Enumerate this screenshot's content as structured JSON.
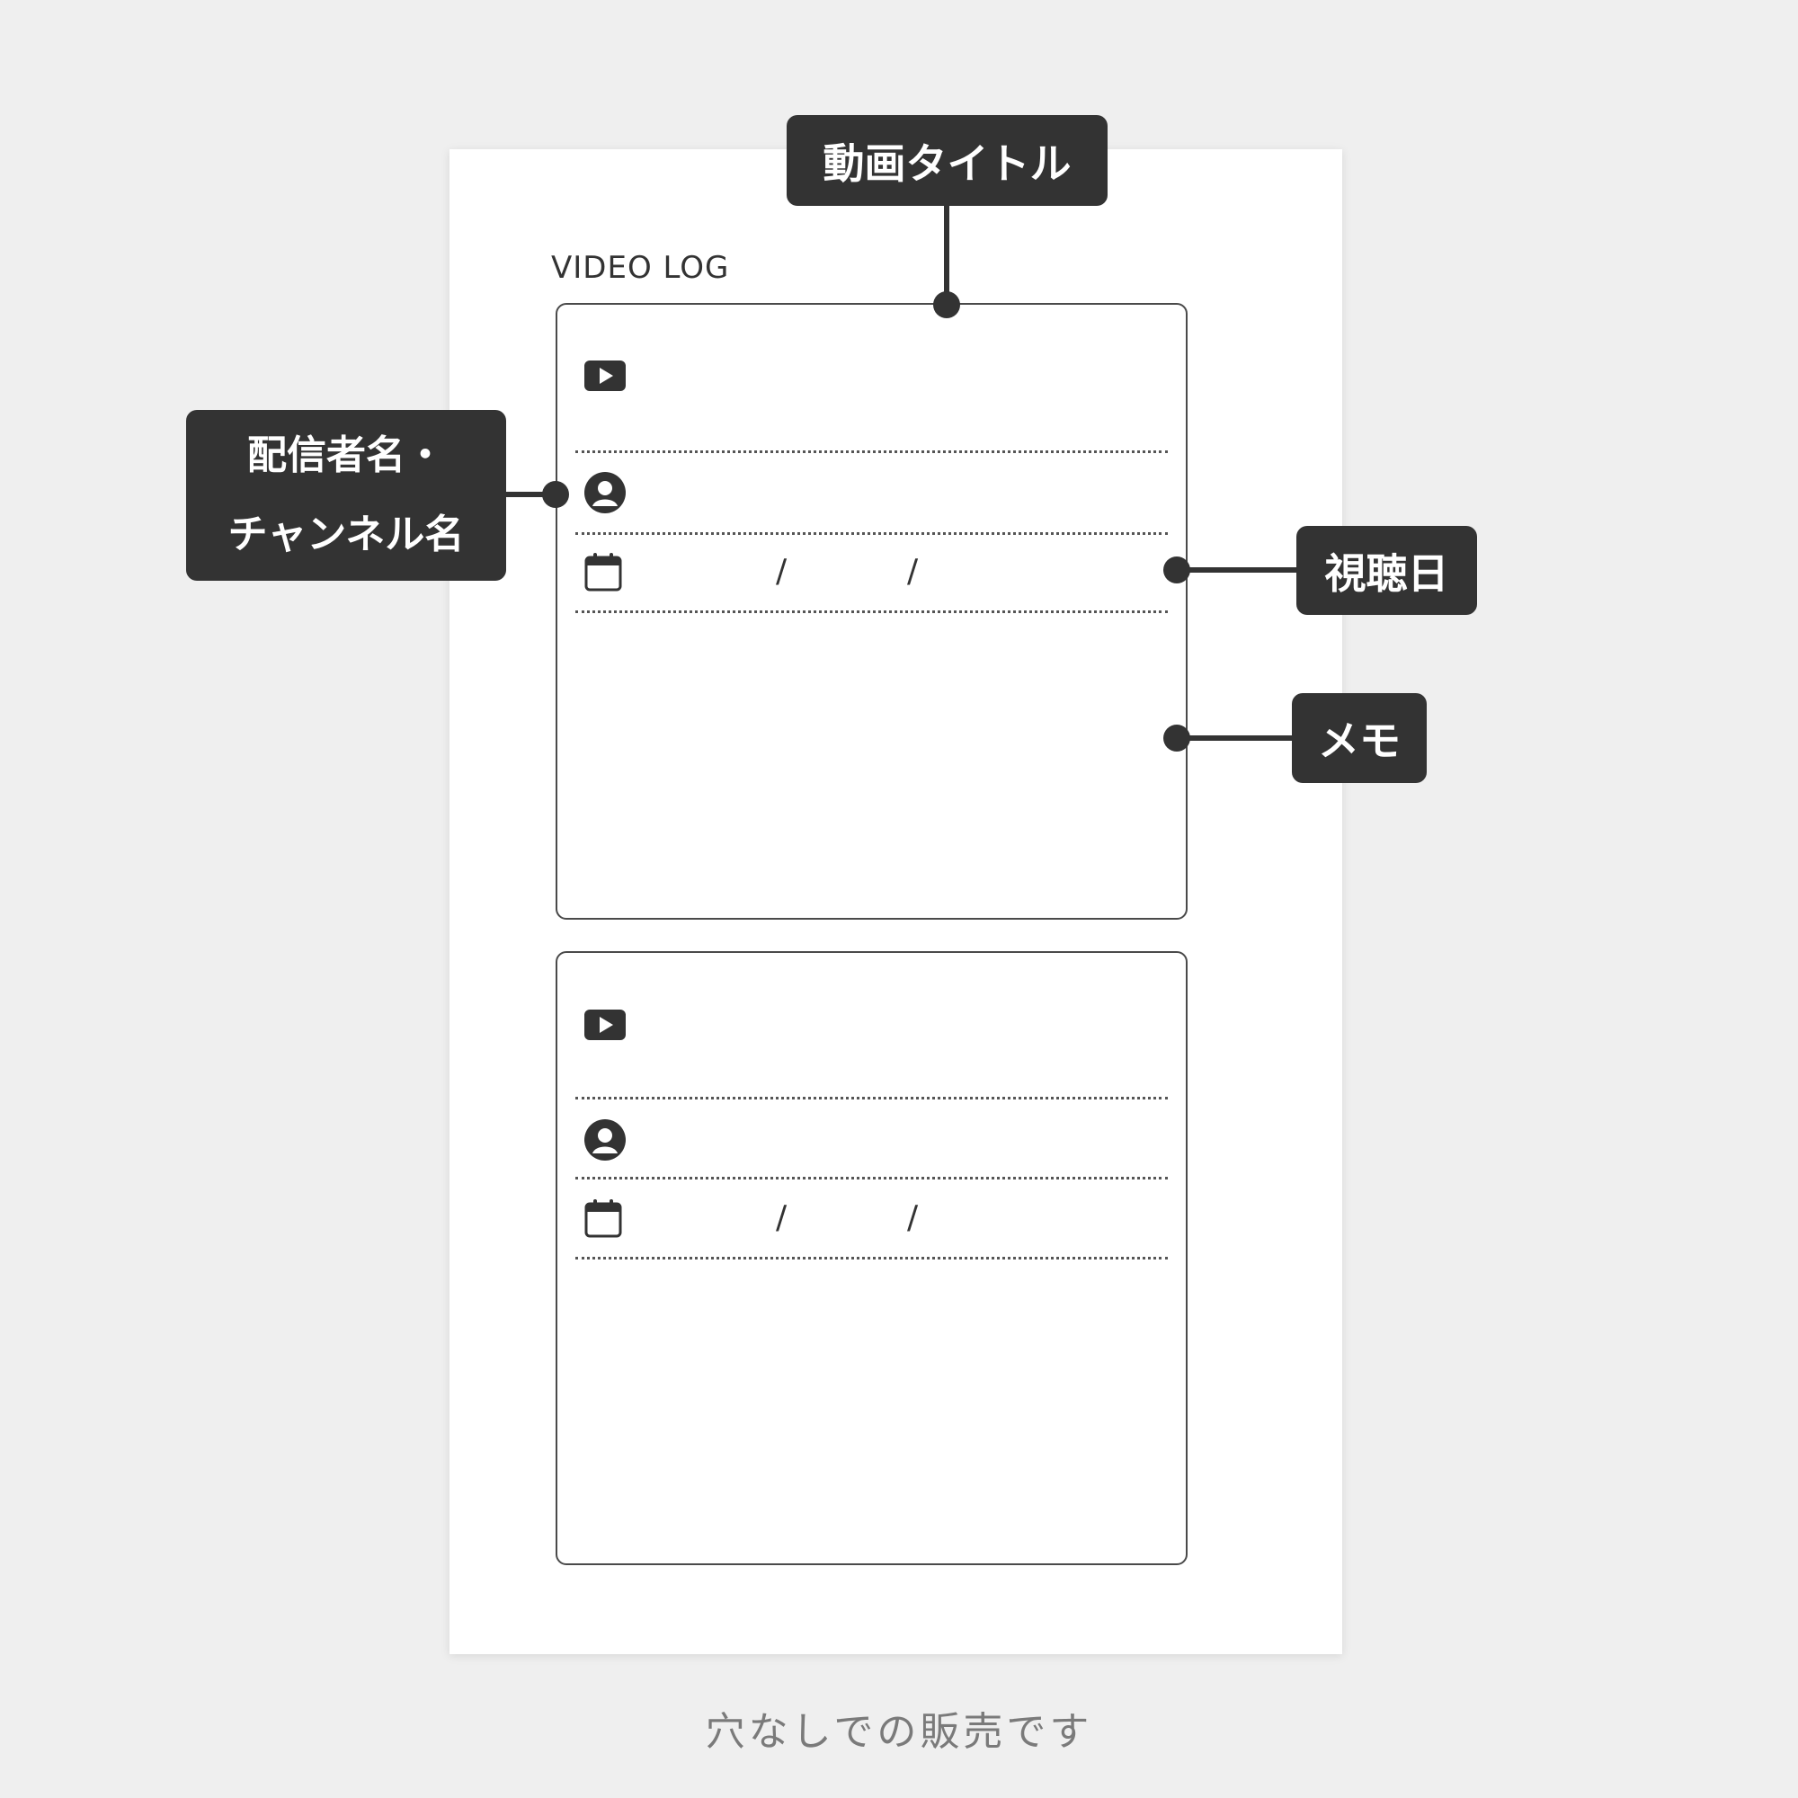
{
  "sheet": {
    "title": "VIDEO LOG",
    "cards": [
      {
        "date_separators": [
          "/",
          "/"
        ]
      },
      {
        "date_separators": [
          "/",
          "/"
        ]
      }
    ],
    "icons": [
      "video-play-icon",
      "user-avatar-icon",
      "calendar-icon"
    ]
  },
  "callouts": {
    "video_title": "動画タイトル",
    "channel_line1": "配信者名・",
    "channel_line2": "チャンネル名",
    "watch_date": "視聴日",
    "memo": "メモ"
  },
  "footer": {
    "note": "穴なしでの販売です"
  },
  "colors": {
    "background": "#efefef",
    "sheet": "#ffffff",
    "callout": "#333333",
    "line": "#555555"
  }
}
